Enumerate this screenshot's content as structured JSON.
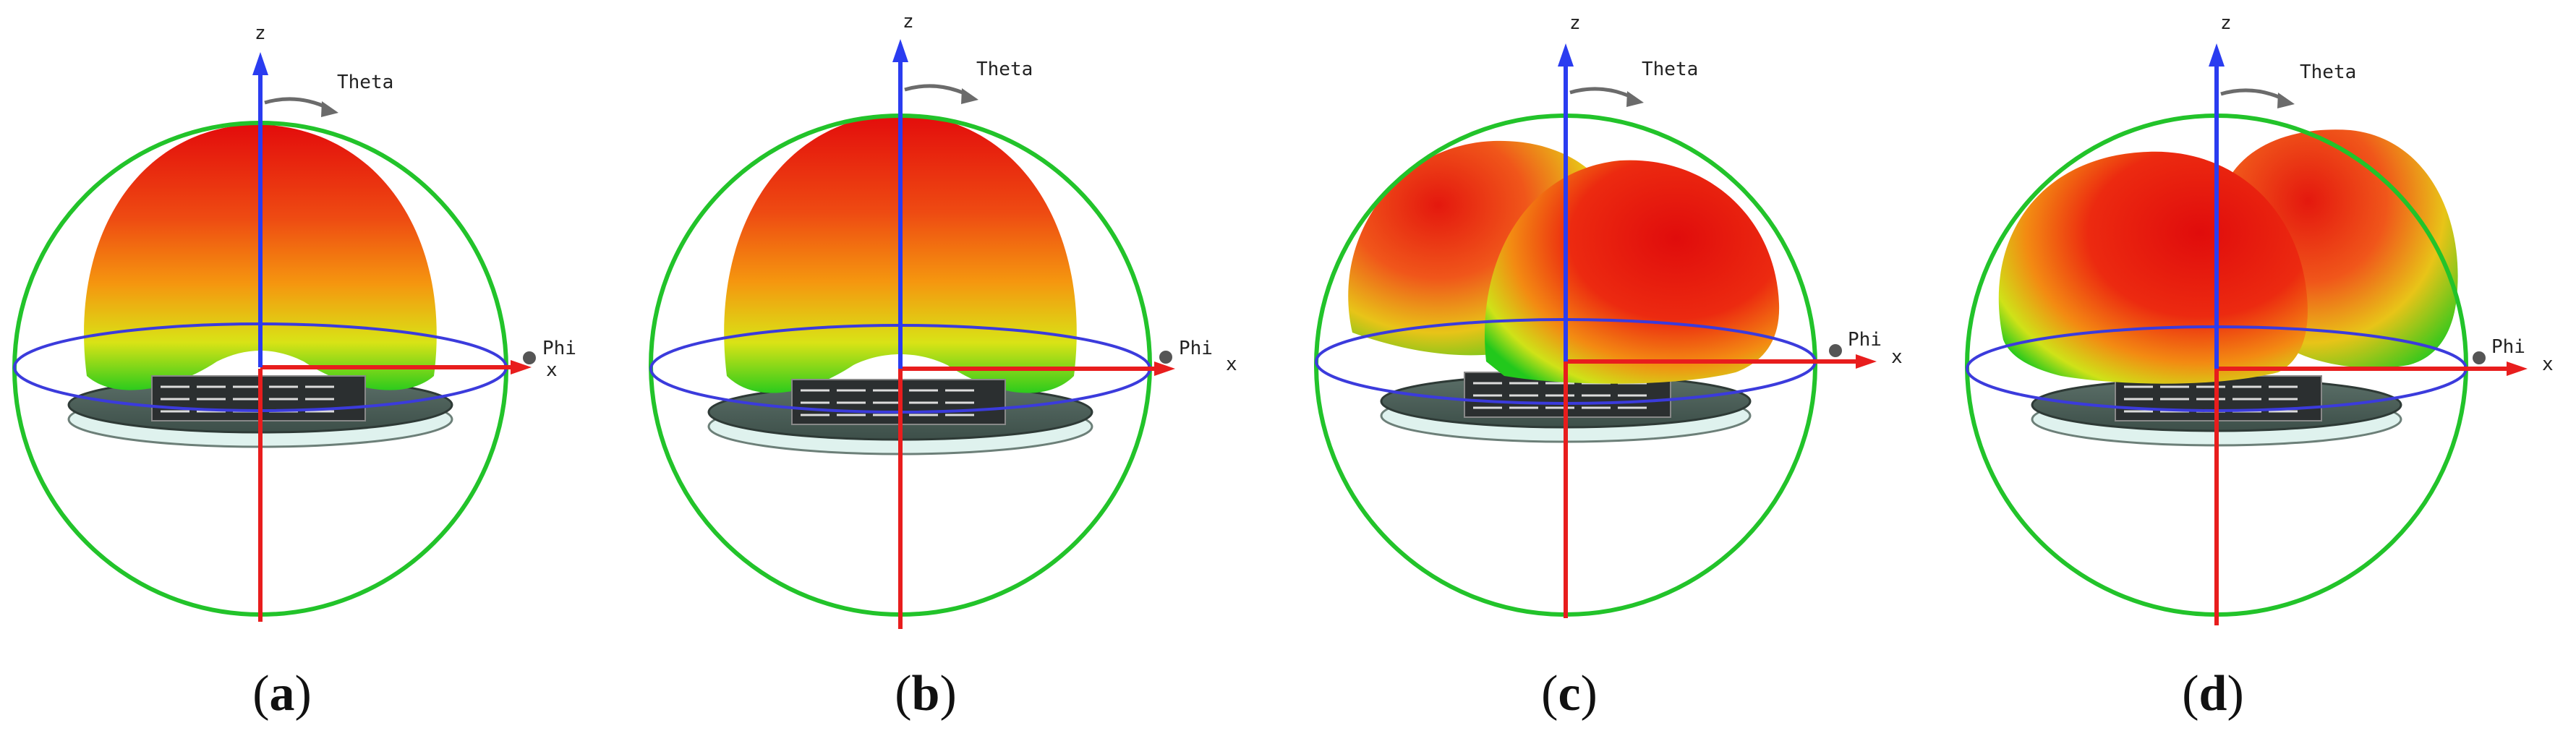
{
  "axes": {
    "z": "z",
    "theta": "Theta",
    "phi": "Phi",
    "x": "x"
  },
  "panels": [
    {
      "label": "a",
      "pattern": "single-lobe-broadside"
    },
    {
      "label": "b",
      "pattern": "single-lobe-broadside"
    },
    {
      "label": "c",
      "pattern": "dual-lobe-tilted"
    },
    {
      "label": "d",
      "pattern": "dual-lobe-tilted"
    }
  ],
  "colors": {
    "sphere": "#22c32a",
    "equator": "#3b3bdc",
    "z_axis": "#2a3cf0",
    "x_axis": "#e81d1d",
    "lobe_hot": "#e60f0f",
    "lobe_warm": "#f27a10",
    "lobe_cool": "#d6e414",
    "lobe_low": "#19c81e",
    "substrate": "#4a5f58"
  }
}
